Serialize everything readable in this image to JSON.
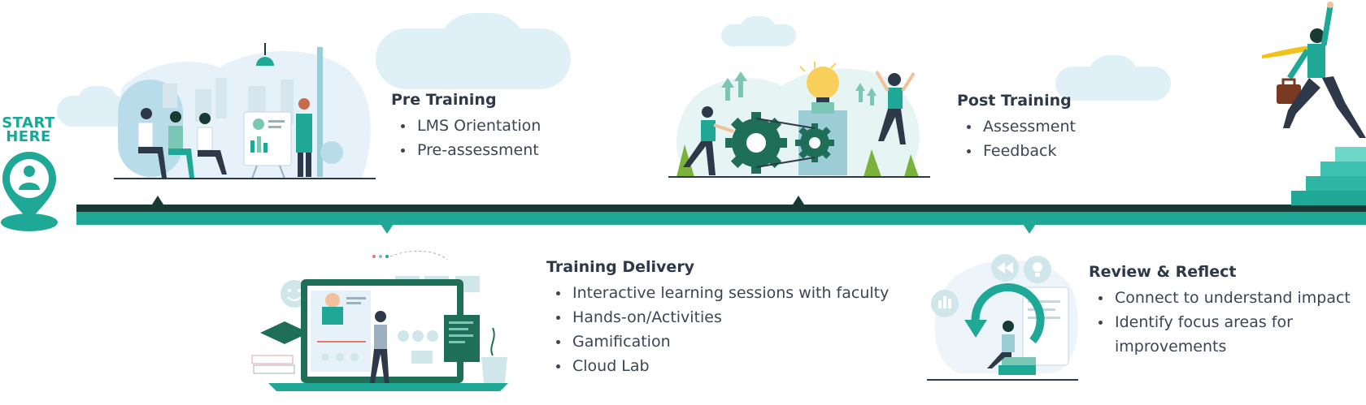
{
  "start": {
    "line1": "START",
    "line2": "HERE"
  },
  "stages": [
    {
      "title": "Pre Training",
      "items": [
        "LMS Orientation",
        "Pre-assessment"
      ]
    },
    {
      "title": "Training Delivery",
      "items": [
        "Interactive learning sessions with faculty",
        "Hands-on/Activities",
        "Gamification",
        "Cloud Lab"
      ]
    },
    {
      "title": "Post Training",
      "items": [
        "Assessment",
        "Feedback"
      ]
    },
    {
      "title": "Review & Reflect",
      "items": [
        "Connect to understand impact",
        "Identify focus areas for improvements"
      ]
    }
  ],
  "colors": {
    "teal": "#1fa896",
    "dark": "#173a34",
    "title": "#2d3848",
    "cloud": "#dff0f7"
  },
  "icons": [
    "map-pin-person-icon",
    "gears-lightbulb-icon",
    "refresh-cycle-icon",
    "bar-chart-icon",
    "light-bulb-icon",
    "rewind-icon"
  ]
}
